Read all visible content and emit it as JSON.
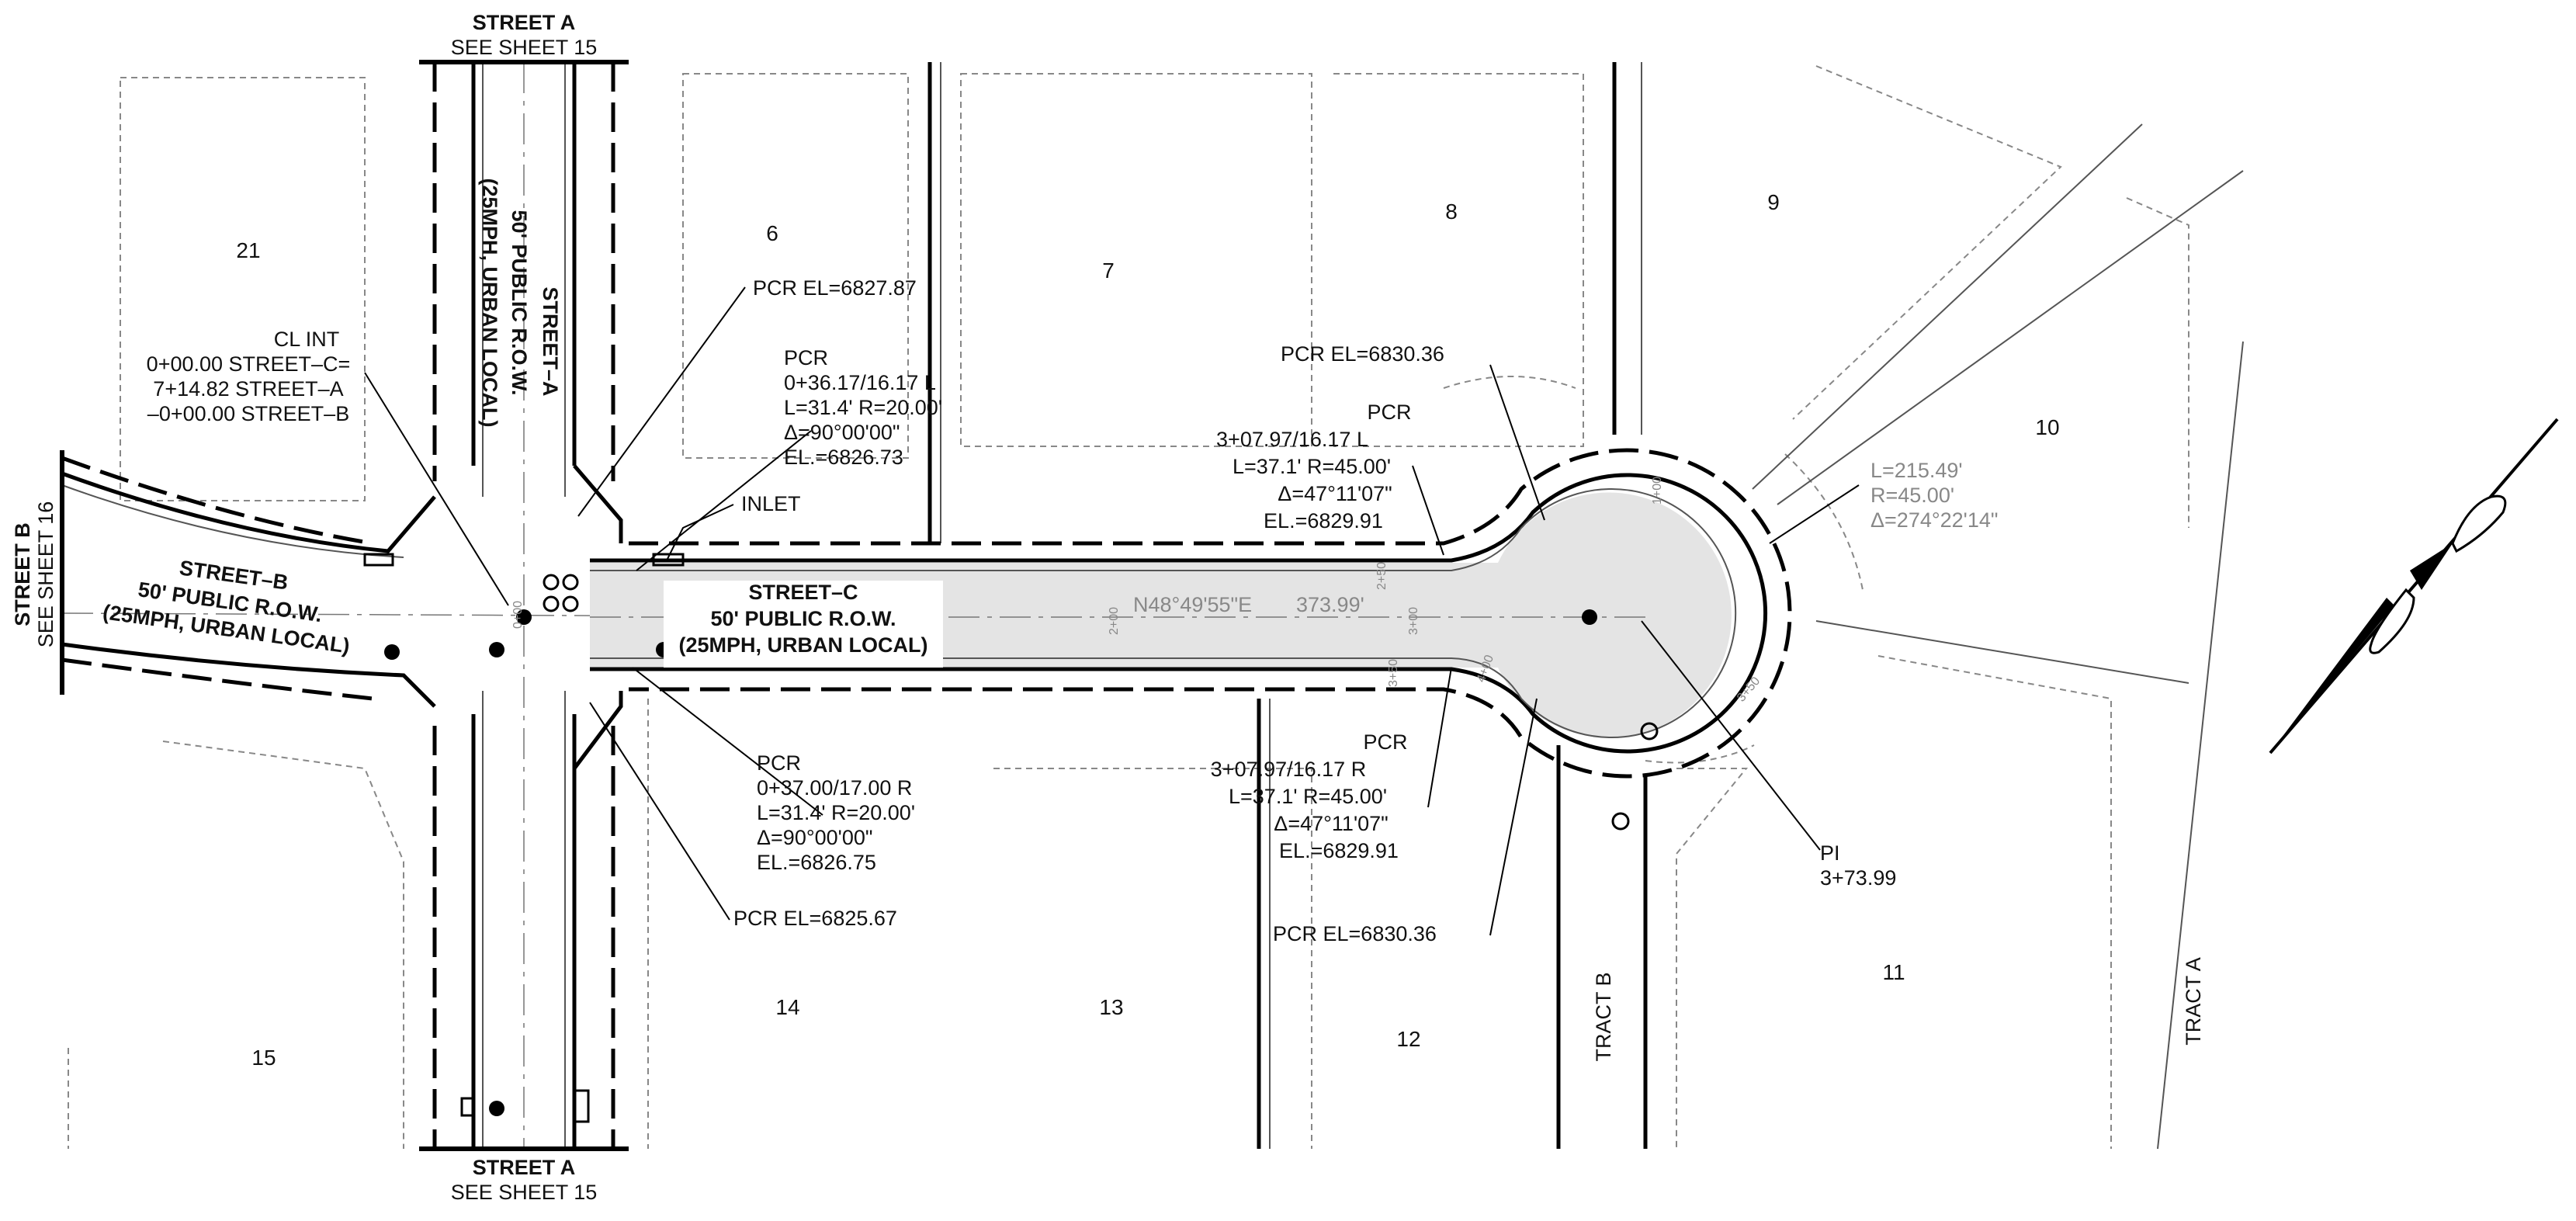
{
  "streets": {
    "street_a_top": {
      "name": "STREET A",
      "ref": "SEE SHEET 15"
    },
    "street_a_bottom": {
      "name": "STREET A",
      "ref": "SEE SHEET 15"
    },
    "street_b_side": {
      "name": "STREET B",
      "ref": "SEE SHEET 16"
    },
    "street_a_label": {
      "line1": "STREET–A",
      "line2": "50' PUBLIC R.O.W.",
      "line3": "(25MPH, URBAN LOCAL)"
    },
    "street_b_label": {
      "line1": "STREET–B",
      "line2": "50' PUBLIC R.O.W.",
      "line3": "(25MPH, URBAN LOCAL)"
    },
    "street_c_label": {
      "line1": "STREET–C",
      "line2": "50' PUBLIC R.O.W.",
      "line3": "(25MPH, URBAN LOCAL)"
    }
  },
  "lots": [
    "21",
    "6",
    "7",
    "8",
    "9",
    "10",
    "11",
    "12",
    "13",
    "14",
    "15"
  ],
  "tracts": [
    "TRACT B",
    "TRACT A"
  ],
  "annotations": {
    "cl_int": {
      "line1": "CL INT",
      "line2": "0+00.00 STREET–C=",
      "line3": "7+14.82 STREET–A",
      "line4": "–0+00.00 STREET–B"
    },
    "pcr_nw": "PCR EL=6827.87",
    "pcr_ne_curve": {
      "line1": "PCR",
      "line2": "0+36.17/16.17 L",
      "line3": "L=31.4' R=20.00'",
      "line4": "Δ=90°00'00\"",
      "line5": "EL.=6826.73"
    },
    "inlet": "INLET",
    "pcr_se_curve": {
      "line1": "PCR",
      "line2": "0+37.00/17.00 R",
      "line3": "L=31.4' R=20.00'",
      "line4": "Δ=90°00'00\"",
      "line5": "EL.=6826.75"
    },
    "pcr_sw": "PCR EL=6825.67",
    "pcr_top_right": "PCR EL=6830.36",
    "pcr_cul_left": {
      "line1": "PCR",
      "line2": "3+07.97/16.17 L",
      "line3": "L=37.1' R=45.00'",
      "line4": "Δ=47°11'07\"",
      "line5": "EL.=6829.91"
    },
    "pcr_cul_right": {
      "line1": "PCR",
      "line2": "3+07.97/16.17 R",
      "line3": "L=37.1' R=45.00'",
      "line4": "Δ=47°11'07\"",
      "line5": "EL.=6829.91"
    },
    "pcr_bottom_right": "PCR EL=6830.36",
    "pi": {
      "line1": "PI",
      "line2": "3+73.99"
    },
    "curve_data": {
      "line1": "L=215.49'",
      "line2": "R=45.00'",
      "line3": "Δ=274°22'14\""
    },
    "bearing": "N48°49'55\"E",
    "distance": "373.99'",
    "stations": [
      "0+00",
      "1+00",
      "2+00",
      "3+00",
      "3+50",
      "4+00",
      "2+50",
      "3+50",
      "4+00"
    ]
  },
  "north_arrow": "north-arrow-icon"
}
